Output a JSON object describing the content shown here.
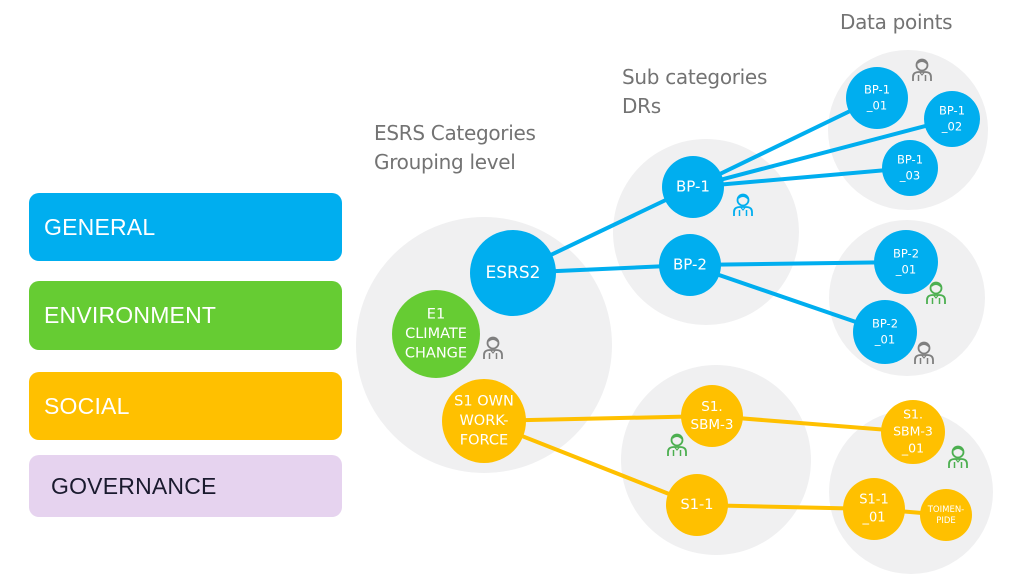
{
  "legend": [
    {
      "label": "GENERAL",
      "color": "#00aeef",
      "text_color": "#ffffff"
    },
    {
      "label": "ENVIRONMENT",
      "color": "#66cc33",
      "text_color": "#ffffff"
    },
    {
      "label": "SOCIAL",
      "color": "#ffc000",
      "text_color": "#ffffff"
    },
    {
      "label": "GOVERNANCE",
      "color": "#e6d3ef",
      "text_color": "#1a1a2e"
    }
  ],
  "headings": {
    "categories": [
      "ESRS Categories",
      "Grouping level"
    ],
    "subcategories": [
      "Sub categories",
      "DRs"
    ],
    "datapoints": [
      "Data points"
    ]
  },
  "colors": {
    "general": "#00aeef",
    "environment": "#66cc33",
    "social": "#ffc000",
    "group_bg": "#f0f0f1",
    "person_gray": "#7f7f7f",
    "person_green": "#4caf50"
  },
  "nodes": {
    "esrs2": {
      "lines": [
        "ESRS2"
      ],
      "category": "general"
    },
    "e1": {
      "lines": [
        "E1",
        "CLIMATE",
        "CHANGE"
      ],
      "category": "environment"
    },
    "s1": {
      "lines": [
        "S1 OWN",
        "WORK-",
        "FORCE"
      ],
      "category": "social"
    },
    "bp1": {
      "lines": [
        "BP-1"
      ],
      "category": "general"
    },
    "bp2": {
      "lines": [
        "BP-2"
      ],
      "category": "general"
    },
    "s1sbm3": {
      "lines": [
        "S1.",
        "SBM-3"
      ],
      "category": "social"
    },
    "s11": {
      "lines": [
        "S1-1"
      ],
      "category": "social"
    },
    "bp1_01": {
      "lines": [
        "BP-1",
        "_01"
      ],
      "category": "general"
    },
    "bp1_02": {
      "lines": [
        "BP-1",
        "_02"
      ],
      "category": "general"
    },
    "bp1_03": {
      "lines": [
        "BP-1",
        "_03"
      ],
      "category": "general"
    },
    "bp2_01a": {
      "lines": [
        "BP-2",
        "_01"
      ],
      "category": "general"
    },
    "bp2_01b": {
      "lines": [
        "BP-2",
        "_01"
      ],
      "category": "general"
    },
    "s1sbm3_01": {
      "lines": [
        "S1.",
        "SBM-3",
        "_01"
      ],
      "category": "social"
    },
    "s11_01": {
      "lines": [
        "S1-1",
        "_01"
      ],
      "category": "social"
    },
    "toimenpide": {
      "lines": [
        "TOIMEN-",
        "PIDE"
      ],
      "category": "social"
    }
  },
  "edges": [
    [
      "esrs2",
      "bp1"
    ],
    [
      "esrs2",
      "bp2"
    ],
    [
      "bp1",
      "bp1_01"
    ],
    [
      "bp1",
      "bp1_02"
    ],
    [
      "bp1",
      "bp1_03"
    ],
    [
      "bp2",
      "bp2_01a"
    ],
    [
      "bp2",
      "bp2_01b"
    ],
    [
      "s1",
      "s1sbm3"
    ],
    [
      "s1",
      "s11"
    ],
    [
      "s1sbm3",
      "s1sbm3_01"
    ],
    [
      "s11",
      "s11_01"
    ],
    [
      "s11_01",
      "toimenpide"
    ]
  ],
  "persons": [
    {
      "id": "person-datapoints-bp1",
      "color": "gray"
    },
    {
      "id": "person-bp1",
      "color": "general"
    },
    {
      "id": "person-bp2-01a",
      "color": "green"
    },
    {
      "id": "person-bp2-01b",
      "color": "gray"
    },
    {
      "id": "person-categories",
      "color": "gray"
    },
    {
      "id": "person-s1sbm3",
      "color": "green"
    },
    {
      "id": "person-s1sbm3-01",
      "color": "green"
    }
  ]
}
